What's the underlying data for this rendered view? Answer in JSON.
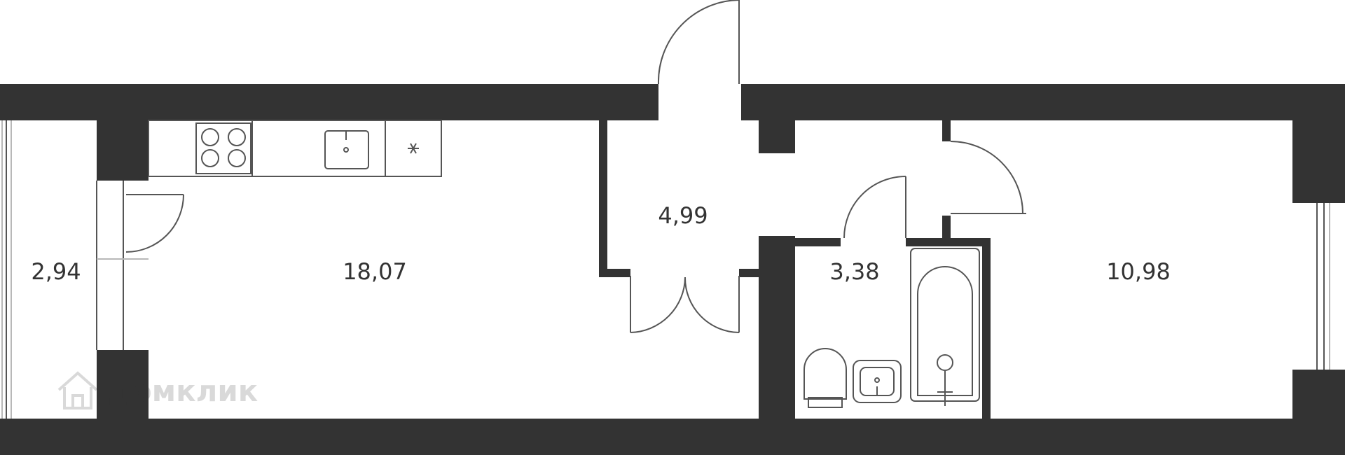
{
  "rooms": {
    "balcony": {
      "area": "2,94"
    },
    "kitchen_living": {
      "area": "18,07"
    },
    "hallway": {
      "area": "4,99"
    },
    "bathroom": {
      "area": "3,38"
    },
    "bedroom": {
      "area": "10,98"
    }
  },
  "watermark": {
    "text": "домклик",
    "icon": "house-logo-icon"
  },
  "colors": {
    "wall": "#333333",
    "fixture": "#555555",
    "background": "#ffffff"
  }
}
